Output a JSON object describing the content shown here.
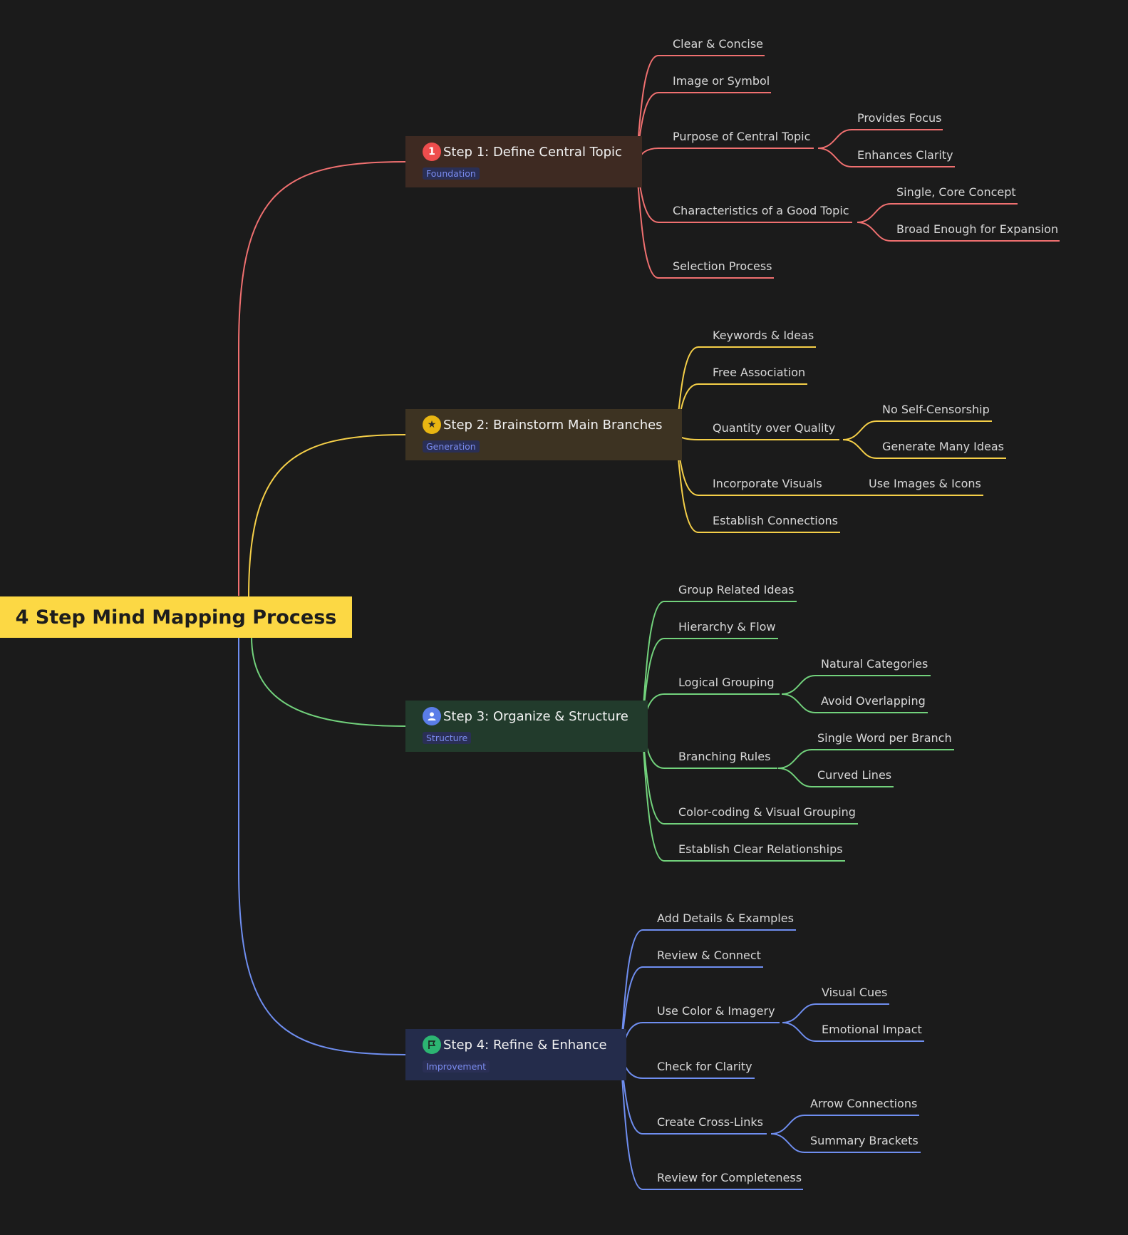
{
  "root": {
    "title": "4 Step Mind Mapping Process",
    "color": "#fcd844"
  },
  "branches": [
    {
      "title": "Step 1: Define Central Topic",
      "tag": "Foundation",
      "icon": "number-one-icon",
      "icon_text": "1",
      "color": "#f07070",
      "box_color": "#3e2a22",
      "icon_bg": "#ee4d4d",
      "children": [
        {
          "label": "Clear & Concise"
        },
        {
          "label": "Image or Symbol"
        },
        {
          "label": "Purpose of Central Topic",
          "children": [
            {
              "label": "Provides Focus"
            },
            {
              "label": "Enhances Clarity"
            }
          ]
        },
        {
          "label": "Characteristics of a Good Topic",
          "children": [
            {
              "label": "Single, Core Concept"
            },
            {
              "label": "Broad Enough for Expansion"
            }
          ]
        },
        {
          "label": "Selection Process"
        }
      ]
    },
    {
      "title": "Step 2: Brainstorm Main Branches",
      "tag": "Generation",
      "icon": "star-icon",
      "icon_text": "★",
      "color": "#f5cf48",
      "box_color": "#3d3322",
      "icon_bg": "#e9b612",
      "children": [
        {
          "label": "Keywords & Ideas"
        },
        {
          "label": "Free Association"
        },
        {
          "label": "Quantity over Quality",
          "children": [
            {
              "label": "No Self-Censorship"
            },
            {
              "label": "Generate Many Ideas"
            }
          ]
        },
        {
          "label": "Incorporate Visuals",
          "children": [
            {
              "label": "Use Images & Icons"
            }
          ]
        },
        {
          "label": "Establish Connections"
        }
      ]
    },
    {
      "title": "Step 3: Organize & Structure",
      "tag": "Structure",
      "icon": "user-icon",
      "icon_text": "",
      "color": "#72d27c",
      "box_color": "#223b2c",
      "icon_bg": "#5a7de8",
      "children": [
        {
          "label": "Group Related Ideas"
        },
        {
          "label": "Hierarchy & Flow"
        },
        {
          "label": "Logical Grouping",
          "children": [
            {
              "label": "Natural Categories"
            },
            {
              "label": "Avoid Overlapping"
            }
          ]
        },
        {
          "label": "Branching Rules",
          "children": [
            {
              "label": "Single Word per Branch"
            },
            {
              "label": "Curved Lines"
            }
          ]
        },
        {
          "label": "Color-coding & Visual Grouping"
        },
        {
          "label": "Establish Clear Relationships"
        }
      ]
    },
    {
      "title": "Step 4: Refine & Enhance",
      "tag": "Improvement",
      "icon": "flag-icon",
      "icon_text": "",
      "color": "#6f8ef0",
      "box_color": "#242c4b",
      "icon_bg": "#2cb572",
      "children": [
        {
          "label": "Add Details & Examples"
        },
        {
          "label": "Review & Connect"
        },
        {
          "label": "Use Color & Imagery",
          "children": [
            {
              "label": "Visual Cues"
            },
            {
              "label": "Emotional Impact"
            }
          ]
        },
        {
          "label": "Check for Clarity"
        },
        {
          "label": "Create Cross-Links",
          "children": [
            {
              "label": "Arrow Connections"
            },
            {
              "label": "Summary Brackets"
            }
          ]
        },
        {
          "label": "Review for Completeness"
        }
      ]
    }
  ]
}
